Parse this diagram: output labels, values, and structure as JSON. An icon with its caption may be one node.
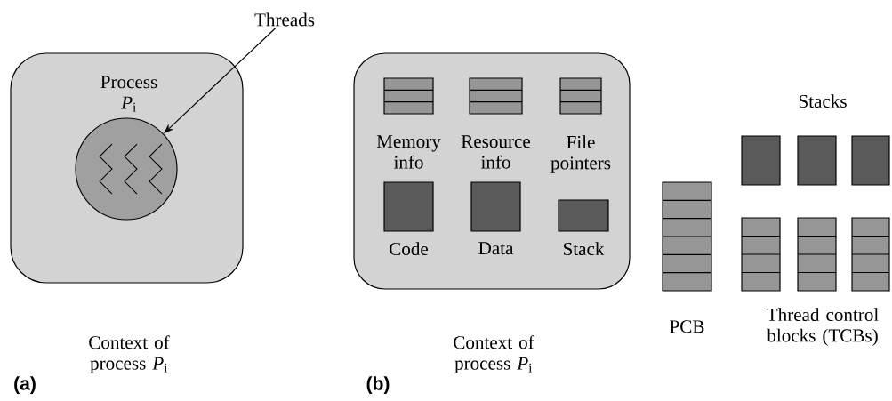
{
  "diagram": {
    "nodes": [
      {
        "text": [
          "Process *P*$_{i}$"
        ],
        "beside": [
          "Context of process *P*$_{i}$"
        ]
      },
      {
        "text": [],
        "shape": "circle",
        "in": 0
      },
      {
        "text": [
          "Threads"
        ]
      },
      {
        "text": [],
        "shape": "box",
        "beside": [
          "Context of process *P*$_{i}$"
        ]
      },
      {
        "text": [
          "Memory info"
        ],
        "in": 3
      },
      {
        "text": [
          "Resource info"
        ],
        "in": 3
      },
      {
        "text": [
          "File pointers"
        ],
        "in": 3
      },
      {
        "text": [
          "Code"
        ],
        "in": 3
      },
      {
        "text": [
          "Data"
        ],
        "in": 3
      },
      {
        "text": [
          "Stack"
        ],
        "in": 3
      },
      {
        "text": [
          "PCB"
        ]
      },
      {
        "text": [],
        "shape": "box"
      },
      {
        "text": [],
        "shape": "box"
      },
      {
        "text": [],
        "shape": "box"
      },
      {
        "text": [],
        "shape": "box"
      },
      {
        "text": [],
        "shape": "box"
      },
      {
        "text": [],
        "shape": "box"
      }
    ],
    "edges": [
      {
        "from": 2,
        "to": 1,
        "arrow": "to"
      }
    ],
    "labels": [
      "Stacks",
      "Thread control blocks (TCBs)",
      "(a)",
      "(b)"
    ]
  }
}
